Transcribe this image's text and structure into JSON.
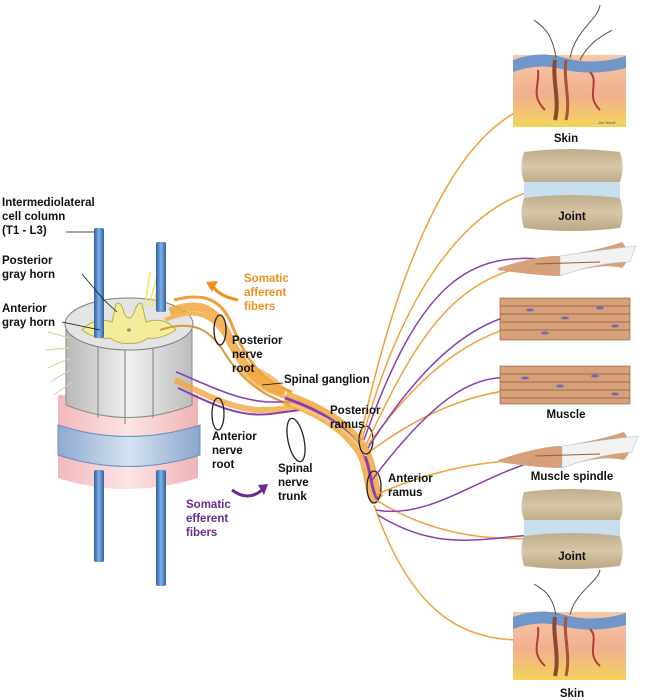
{
  "labels": {
    "intermediolateral": [
      "Intermediolateral",
      "cell column",
      "(T1 - L3)"
    ],
    "posterior_gray_horn": [
      "Posterior",
      "gray horn"
    ],
    "anterior_gray_horn": [
      "Anterior",
      "gray horn"
    ],
    "somatic_afferent": [
      "Somatic",
      "afferent",
      "fibers"
    ],
    "posterior_nerve_root": [
      "Posterior",
      "nerve",
      "root"
    ],
    "spinal_ganglion": "Spinal ganglion",
    "anterior_nerve_root": [
      "Anterior",
      "nerve",
      "root"
    ],
    "spinal_nerve_trunk": [
      "Spinal",
      "nerve",
      "trunk"
    ],
    "posterior_ramus": [
      "Posterior",
      "ramus"
    ],
    "anterior_ramus": [
      "Anterior",
      "ramus"
    ],
    "somatic_efferent": [
      "Somatic",
      "efferent",
      "fibers"
    ],
    "skin_top": "Skin",
    "joint_top": "Joint",
    "muscle": "Muscle",
    "muscle_spindle": "Muscle spindle",
    "joint_bottom": "Joint",
    "skin_bottom": "Skin",
    "artist_signature": "Jim Woolf"
  },
  "colors": {
    "afferent": "#f0a03a",
    "efferent": "#8a3fb0",
    "vessel": "#4a7fc0",
    "gray_matter": "#f3ec9a",
    "white_matter": "#dcdcdc",
    "meninges_pink": "#f7c7c9",
    "meninges_blue": "#b7cbe6",
    "muscle": "#d6a07a",
    "bone": "#cdbb98",
    "cartilage": "#c8dff0"
  }
}
